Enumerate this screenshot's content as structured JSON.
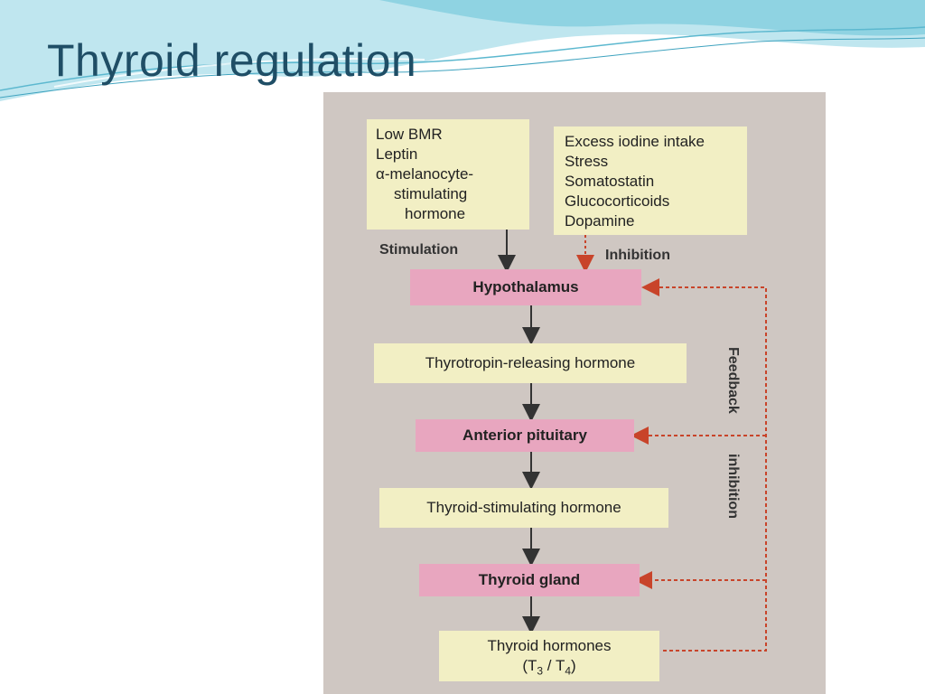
{
  "slide": {
    "title": "Thyroid regulation"
  },
  "diagram": {
    "stimulators": {
      "lines": [
        "Low BMR",
        "Leptin",
        "α-melanocyte-",
        "stimulating",
        "hormone"
      ]
    },
    "inhibitors": {
      "lines": [
        "Excess iodine intake",
        "Stress",
        "Somatostatin",
        "Glucocorticoids",
        "Dopamine"
      ]
    },
    "labels": {
      "stimulation": "Stimulation",
      "inhibition": "Inhibition",
      "feedback": "Feedback",
      "feedback_inhibition": "inhibition"
    },
    "nodes": {
      "hypothalamus": "Hypothalamus",
      "trh": "Thyrotropin-releasing hormone",
      "anterior_pituitary": "Anterior pituitary",
      "tsh": "Thyroid-stimulating hormone",
      "thyroid_gland": "Thyroid gland",
      "thyroid_hormones_line1": "Thyroid hormones",
      "t3": "T",
      "t3_sub": "3",
      "separator": " / ",
      "t4": "T",
      "t4_sub": "4"
    },
    "colors": {
      "hormone_box": "#f2efc4",
      "gland_box": "#e8a6bf",
      "feedback_arrow": "#c8442a",
      "stimulation_arrow": "#333333"
    }
  }
}
